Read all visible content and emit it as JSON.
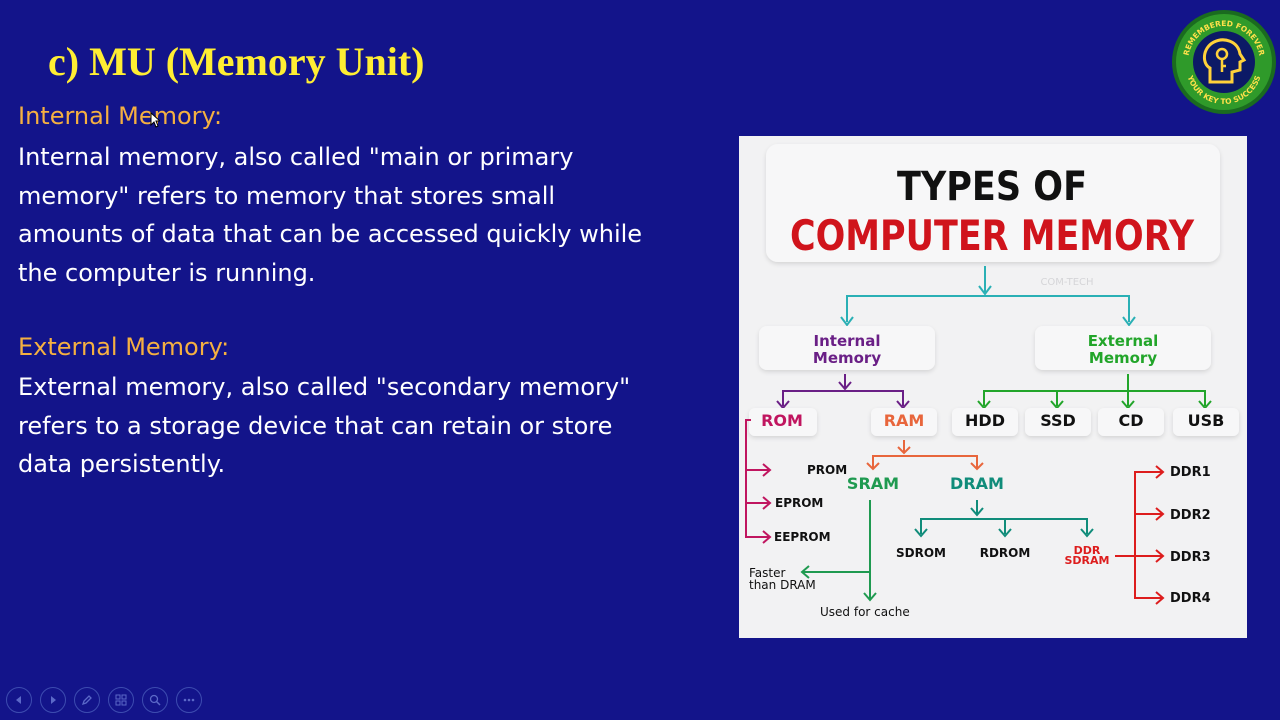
{
  "slide": {
    "title": "c) MU (Memory Unit)",
    "internal": {
      "heading": "Internal Memory:",
      "lines": [
        "Internal memory, also called \"main or primary",
        "memory\" refers to memory that stores small",
        "amounts of data that can be accessed quickly while",
        "the computer is running."
      ]
    },
    "external": {
      "heading": "External Memory:",
      "lines": [
        "External memory, also called \"secondary memory\"",
        "refers to a storage device that can retain or store",
        "data persistently."
      ]
    }
  },
  "logo": {
    "top_text": "REMEMBERED FOREVER",
    "bottom_text": "YOUR KEY TO SUCCESS"
  },
  "figure": {
    "title_line1": "TYPES OF",
    "title_line2": "COMPUTER MEMORY",
    "watermark": "COM-TECH",
    "internal_label": [
      "Internal",
      "Memory"
    ],
    "external_label": [
      "External",
      "Memory"
    ],
    "rom": "ROM",
    "ram": "RAM",
    "rom_types": [
      "PROM",
      "EPROM",
      "EEPROM"
    ],
    "ram_types": [
      "SRAM",
      "DRAM"
    ],
    "dram_types": [
      "SDROM",
      "RDROM"
    ],
    "ddr_sdram": [
      "DDR",
      "SDRAM"
    ],
    "ddr_types": [
      "DDR1",
      "DDR2",
      "DDR3",
      "DDR4"
    ],
    "external_types": [
      "HDD",
      "SSD",
      "CD",
      "USB"
    ],
    "sram_note_1": [
      "Faster",
      "than DRAM"
    ],
    "sram_note_2": "Used for cache",
    "colors": {
      "title_black": "#111111",
      "title_red": "#d0141c",
      "teal": "#2ab0b5",
      "purple": "#6a1f86",
      "green": "#22a52a",
      "rom_magenta": "#c0155f",
      "ram_orange": "#e8663c",
      "ddr_red": "#dd1d1d",
      "dram_teal": "#108c7a",
      "sram_green": "#1f9a50"
    }
  },
  "nav": {
    "buttons": [
      "prev-icon",
      "next-icon",
      "pen-icon",
      "slides-icon",
      "zoom-icon",
      "more-icon"
    ]
  }
}
